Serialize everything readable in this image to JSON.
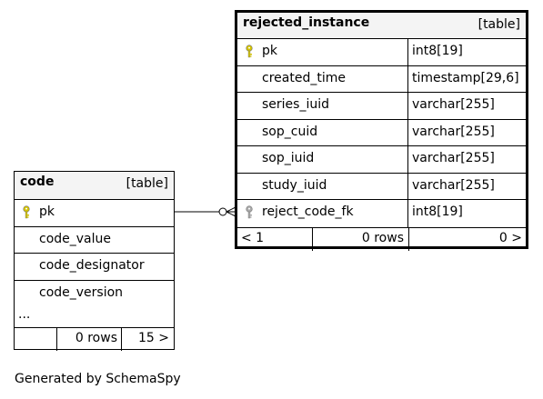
{
  "tables": {
    "rejected_instance": {
      "name": "rejected_instance",
      "kind": "[table]",
      "columns": [
        {
          "name": "pk",
          "type": "int8[19]",
          "key": "primary"
        },
        {
          "name": "created_time",
          "type": "timestamp[29,6]",
          "key": ""
        },
        {
          "name": "series_iuid",
          "type": "varchar[255]",
          "key": ""
        },
        {
          "name": "sop_cuid",
          "type": "varchar[255]",
          "key": ""
        },
        {
          "name": "sop_iuid",
          "type": "varchar[255]",
          "key": ""
        },
        {
          "name": "study_iuid",
          "type": "varchar[255]",
          "key": ""
        },
        {
          "name": "reject_code_fk",
          "type": "int8[19]",
          "key": "foreign"
        }
      ],
      "footer": {
        "children": "< 1",
        "rows": "0 rows",
        "parents": "0 >"
      }
    },
    "code": {
      "name": "code",
      "kind": "[table]",
      "columns": [
        {
          "name": "pk",
          "key": "primary"
        },
        {
          "name": "code_value",
          "key": ""
        },
        {
          "name": "code_designator",
          "key": ""
        },
        {
          "name": "code_version",
          "key": ""
        }
      ],
      "ellipsis": "...",
      "footer": {
        "children": "",
        "rows": "0 rows",
        "parents": "15 >"
      }
    }
  },
  "colors": {
    "primary_key": "#d4c300",
    "foreign_key": "#aaaaaa",
    "header_bg": "#f4f4f4"
  },
  "generated_by": "Generated by SchemaSpy"
}
